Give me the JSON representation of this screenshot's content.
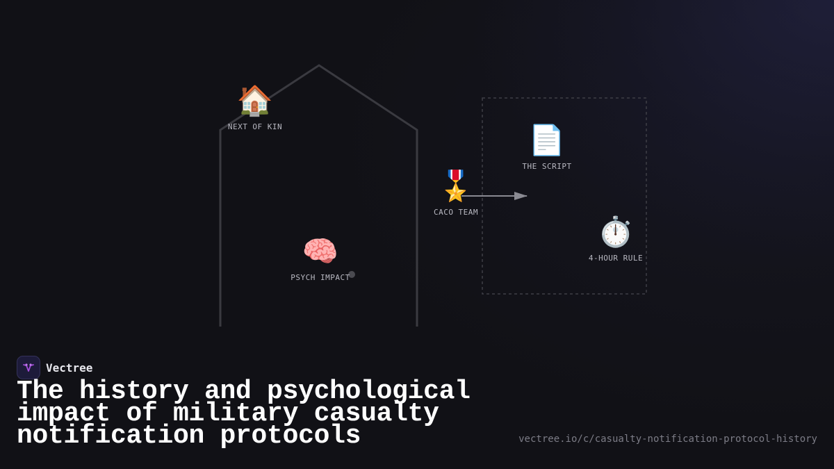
{
  "nodes": {
    "next_of_kin": {
      "icon": "🏠",
      "icon_name": "house-icon",
      "label": "NEXT OF KIN"
    },
    "the_script": {
      "icon": "📄",
      "icon_name": "document-icon",
      "label": "THE SCRIPT"
    },
    "caco_team": {
      "icon": "🎖️",
      "icon_name": "military-medal-icon",
      "label": "CACO TEAM"
    },
    "four_hour_rule": {
      "icon": "⏱️",
      "icon_name": "stopwatch-icon",
      "label": "4-HOUR RULE"
    },
    "psych_impact": {
      "icon": "🧠",
      "icon_name": "brain-icon",
      "label": "PSYCH IMPACT"
    }
  },
  "brand": {
    "name": "Vectree",
    "logo_color": "#a44cdc"
  },
  "title": "The history and psychological impact of military casualty notification protocols",
  "url": "vectree.io/c/casualty-notification-protocol-history",
  "colors": {
    "background": "#111116",
    "house_outline": "#3a3a40",
    "dashed_box": "#3e3e46",
    "arrow": "#8a8a92"
  }
}
